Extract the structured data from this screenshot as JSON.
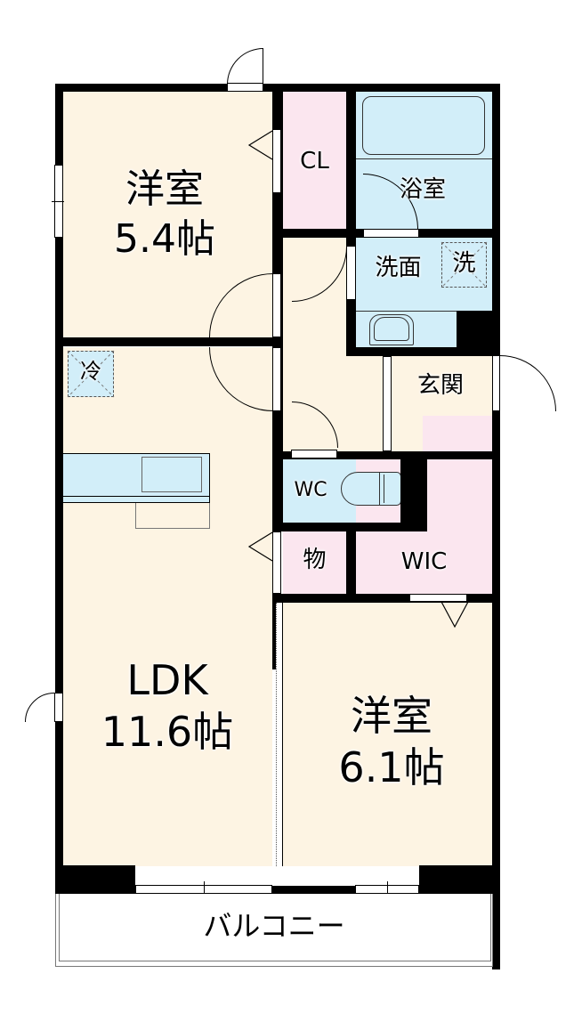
{
  "floorplan": {
    "rooms": {
      "western_room_1": {
        "name": "洋室",
        "size": "5.4帖"
      },
      "closet": {
        "name": "CL"
      },
      "bathroom": {
        "name": "浴室"
      },
      "washroom": {
        "name": "洗面"
      },
      "washer_space": {
        "name": "洗"
      },
      "refrigerator_space": {
        "name": "冷"
      },
      "entrance": {
        "name": "玄関"
      },
      "toilet": {
        "name": "WC"
      },
      "storage": {
        "name": "物"
      },
      "walk_in_closet": {
        "name": "WIC"
      },
      "ldk": {
        "name": "LDK",
        "size": "11.6帖"
      },
      "western_room_2": {
        "name": "洋室",
        "size": "6.1帖"
      },
      "balcony": {
        "name": "バルコニー"
      }
    },
    "colors": {
      "floor_beige": "#fdf4e3",
      "storage_pink": "#fbe6ef",
      "wet_area_blue": "#d2eef9",
      "wall": "#000000"
    }
  }
}
